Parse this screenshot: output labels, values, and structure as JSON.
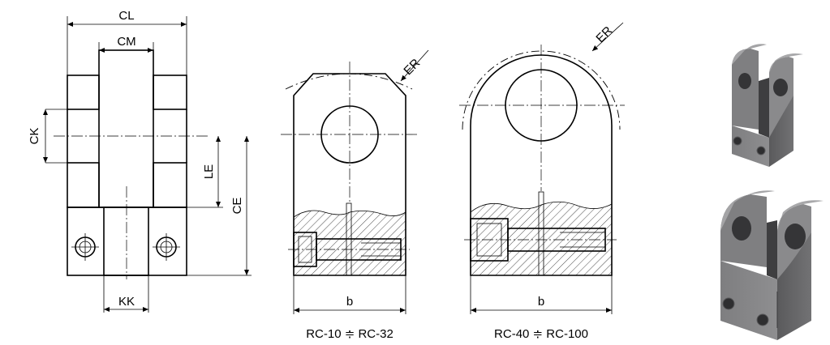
{
  "views": {
    "side": {
      "labels": {
        "cl": "CL",
        "cm": "CM",
        "ck": "CK",
        "le": "LE",
        "ce": "CE",
        "kk": "KK"
      }
    },
    "front_small": {
      "er": "ER",
      "b": "b",
      "caption": "RC-10 ≑ RC-32"
    },
    "front_large": {
      "er": "ER",
      "b": "b",
      "caption": "RC-40 ≑ RC-100"
    }
  },
  "colors": {
    "line": "#000000",
    "render_body": "#6e6e70",
    "render_light": "#9a9a9c",
    "render_dark": "#4a4a4c"
  },
  "renders": [
    "clevis-render-small",
    "clevis-render-large"
  ]
}
